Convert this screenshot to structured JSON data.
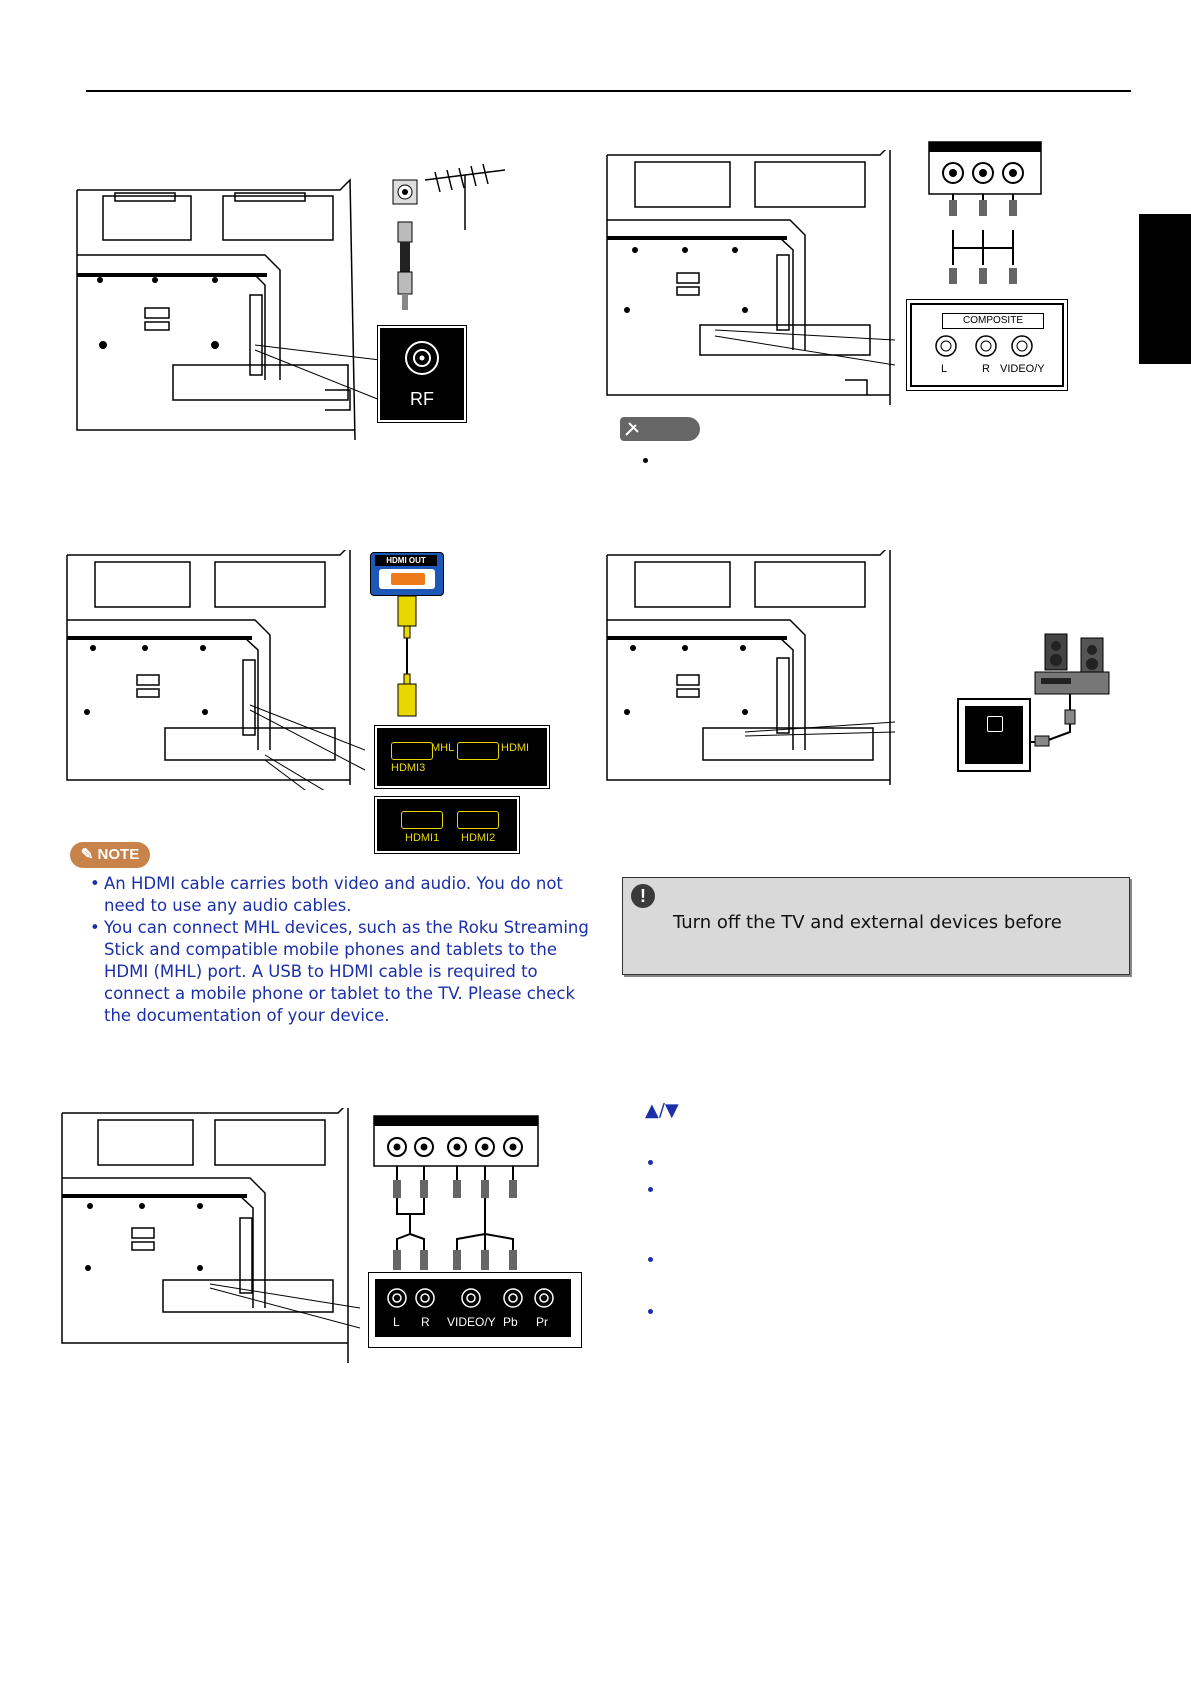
{
  "panels": {
    "rf": {
      "label": "RF"
    },
    "composite": {
      "header": "COMPOSITE",
      "l": "L",
      "r": "R",
      "video": "VIDEO/Y"
    },
    "hdmi_source": {
      "label": "HDMI OUT"
    },
    "hdmi_upper": {
      "hdmi3": "HDMI3",
      "mhl": "MHL",
      "hdmi": "HDMI"
    },
    "hdmi_lower": {
      "hdmi1": "HDMI1",
      "hdmi2": "HDMI2"
    },
    "component": {
      "l": "L",
      "r": "R",
      "video": "VIDEO/Y",
      "pb": "Pb",
      "pr": "Pr"
    }
  },
  "note": {
    "badge": "NOTE",
    "items": [
      "An HDMI cable carries both video and audio. You do not need to use any audio cables.",
      "You can connect MHL devices, such as the Roku Streaming Stick and compatible mobile phones and tablets to the HDMI  (MHL) port. A USB to HDMI cable is required to connect a mobile phone or tablet to the TV. Please check the documentation of your device."
    ]
  },
  "caution": {
    "icon": "!",
    "text": "Turn off the TV and external devices before"
  },
  "nav_arrows": "▲/▼",
  "colors": {
    "note_text": "#1a2fa8",
    "note_badge": "#c8834a",
    "hdmi_yellow": "#e8d800",
    "caution_bg": "#d9d9d9"
  },
  "icons": [
    "antenna-icon",
    "speaker-system-icon",
    "pencil-note-icon",
    "exclamation-icon"
  ]
}
